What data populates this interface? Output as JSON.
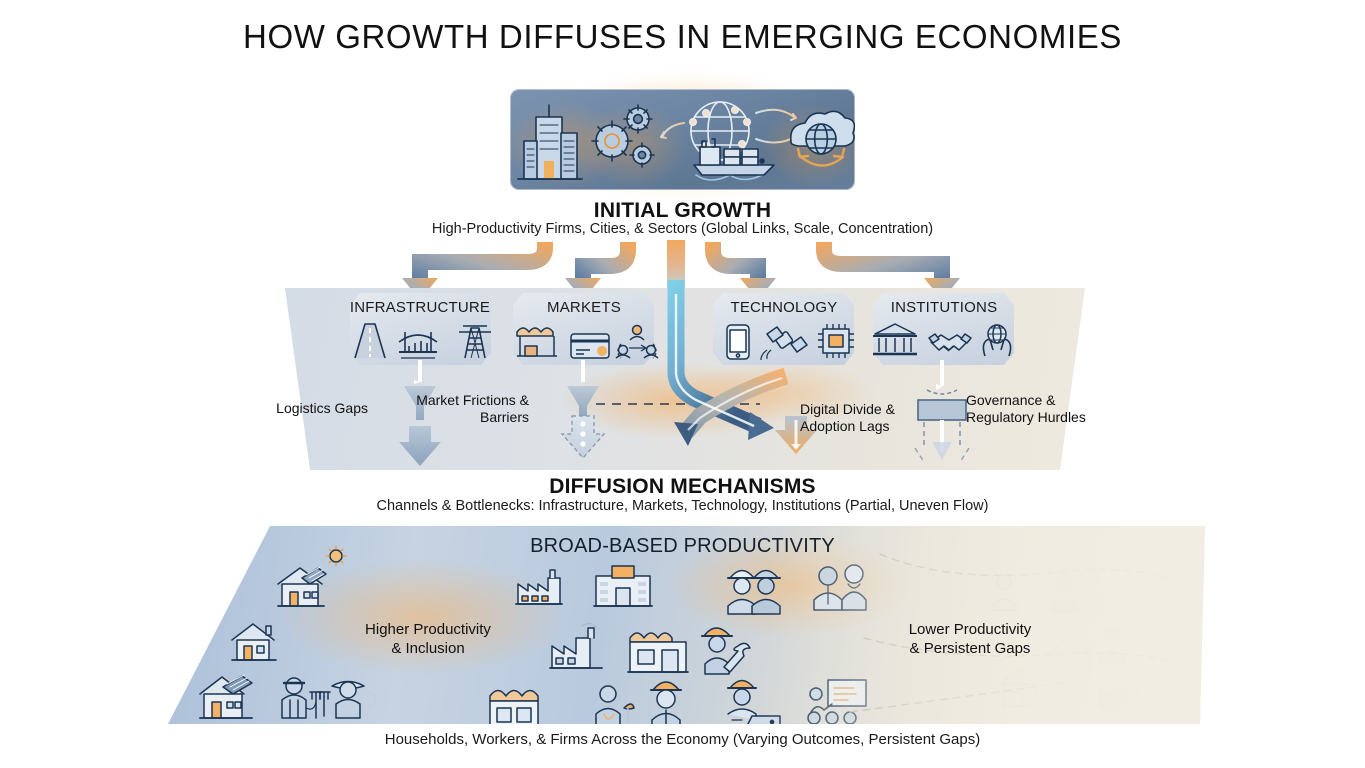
{
  "title": "HOW GROWTH DIFFUSES IN EMERGING ECONOMIES",
  "top": {
    "heading": "INITIAL GROWTH",
    "subtitle": "High-Productivity Firms, Cities, & Sectors (Global Links, Scale, Concentration)",
    "panel_icons": [
      "skyscraper-icon",
      "gears-icon",
      "globe-network-icon",
      "cargo-ship-icon",
      "cloud-globe-icon"
    ]
  },
  "middle": {
    "heading": "DIFFUSION MECHANISMS",
    "subtitle": "Channels & Bottlenecks: Infrastructure, Markets, Technology, Institutions (Partial, Uneven Flow)",
    "channels": [
      {
        "label": "INFRASTRUCTURE",
        "icons": [
          "road-icon",
          "bridge-icon",
          "power-tower-icon"
        ],
        "bottleneck": "Logistics\nGaps"
      },
      {
        "label": "MARKETS",
        "icons": [
          "market-stall-icon",
          "credit-card-icon",
          "people-network-icon"
        ],
        "bottleneck": "Market\nFrictions &\nBarriers"
      },
      {
        "label": "TECHNOLOGY",
        "icons": [
          "smartphone-icon",
          "satellite-icon",
          "microchip-icon"
        ],
        "bottleneck": "Digital Divide &\nAdoption Lags"
      },
      {
        "label": "INSTITUTIONS",
        "icons": [
          "bank-icon",
          "handshake-icon",
          "hands-globe-icon"
        ],
        "bottleneck": "Governance &\nRegulatory\nHurdles"
      }
    ],
    "bottleneck_labels": {
      "infrastructure": "Logistics Gaps",
      "markets": "Market Frictions & Barriers",
      "technology": "Digital Divide & Adoption Lags",
      "institutions": "Governance & Regulatory Hurdles"
    }
  },
  "bottom": {
    "heading": "BROAD-BASED PRODUCTIVITY",
    "left_zone": "Higher Productivity\n& Inclusion",
    "right_zone": "Lower Productivity\n& Persistent Gaps",
    "caption": "Households, Workers, & Firms Across the Economy (Varying Outcomes, Persistent Gaps)",
    "left_icons": [
      "solar-house-icon",
      "sun-icon",
      "house-icon",
      "solar-house-icon",
      "farmer-icon",
      "farmer-hat-icon"
    ],
    "center_icons": [
      "factory-icon",
      "office-building-icon",
      "factory-icon",
      "shop-icon",
      "worker-wrench-icon",
      "shop-icon",
      "vendor-icon",
      "worker-female-icon",
      "worker-laptop-icon",
      "teacher-icon"
    ],
    "right_icons": [
      "ghost-person-icon",
      "ghost-people-icon",
      "ghost-person-icon",
      "ghost-house-icon",
      "ghost-house-icon",
      "ghost-factory-icon"
    ]
  },
  "colors": {
    "accent_orange": "#f0a455",
    "accent_blue": "#5b7fa6",
    "accent_cyan": "#79c7e3",
    "panel_blue": "#6d86a4",
    "cream": "#efeade",
    "text_dark": "#111111"
  }
}
